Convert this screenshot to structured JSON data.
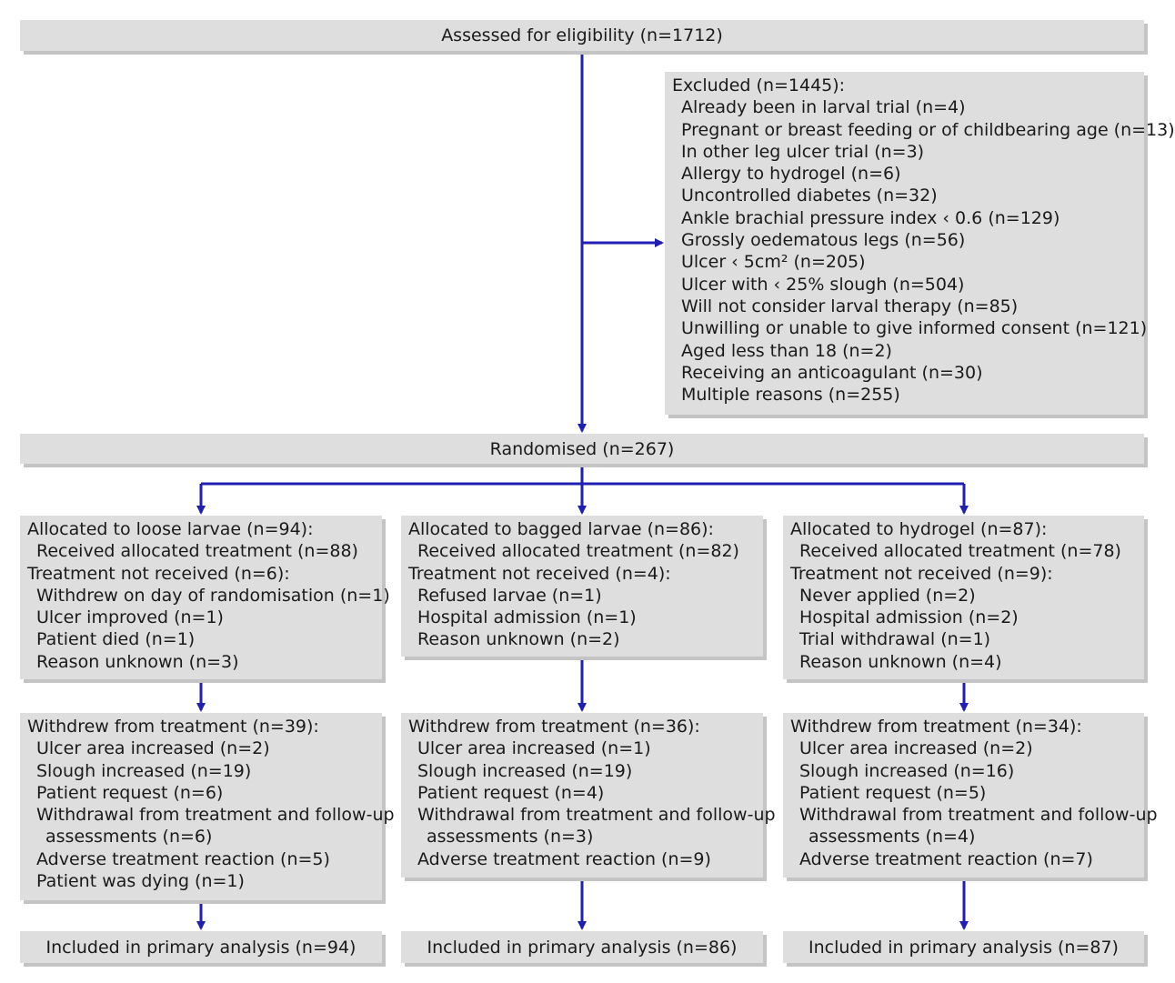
{
  "assessed": "Assessed for eligibility (n=1712)",
  "excluded": {
    "title": "Excluded (n=1445):",
    "items": [
      "Already been in larval trial (n=4)",
      "Pregnant or breast feeding or of childbearing age (n=13)",
      "In other leg ulcer trial (n=3)",
      "Allergy to hydrogel (n=6)",
      "Uncontrolled diabetes (n=32)",
      "Ankle brachial pressure index ‹ 0.6 (n=129)",
      "Grossly oedematous legs (n=56)",
      "Ulcer ‹ 5cm² (n=205)",
      "Ulcer with ‹ 25% slough (n=504)",
      "Will not consider larval therapy (n=85)",
      "Unwilling or unable to give informed consent (n=121)",
      "Aged less than 18 (n=2)",
      "Receiving an anticoagulant (n=30)",
      "Multiple reasons (n=255)"
    ]
  },
  "randomised": "Randomised (n=267)",
  "arms": [
    {
      "allocation": {
        "title": "Allocated to loose larvae (n=94):",
        "received": "Received allocated treatment (n=88)",
        "not_received": "Treatment not received (n=6):",
        "reasons": [
          "Withdrew on day of randomisation (n=1)",
          "Ulcer improved (n=1)",
          "Patient died (n=1)",
          "Reason unknown (n=3)"
        ]
      },
      "withdrew": {
        "title": "Withdrew from treatment (n=39):",
        "items": [
          "Ulcer area increased (n=2)",
          "Slough increased (n=19)",
          "Patient request (n=6)",
          "Withdrawal from treatment and follow-up",
          "assessments (n=6)",
          "Adverse treatment reaction (n=5)",
          "Patient was dying (n=1)"
        ]
      },
      "analysis": "Included in primary analysis (n=94)"
    },
    {
      "allocation": {
        "title": "Allocated to bagged larvae (n=86):",
        "received": "Received allocated treatment (n=82)",
        "not_received": "Treatment not received (n=4):",
        "reasons": [
          "Refused larvae (n=1)",
          "Hospital admission (n=1)",
          "Reason unknown (n=2)"
        ]
      },
      "withdrew": {
        "title": "Withdrew from treatment (n=36):",
        "items": [
          "Ulcer area increased (n=1)",
          "Slough increased (n=19)",
          "Patient request (n=4)",
          "Withdrawal from treatment and follow-up",
          "assessments (n=3)",
          "Adverse treatment reaction (n=9)"
        ]
      },
      "analysis": "Included in primary analysis (n=86)"
    },
    {
      "allocation": {
        "title": "Allocated to hydrogel (n=87):",
        "received": "Received allocated treatment (n=78)",
        "not_received": "Treatment not received (n=9):",
        "reasons": [
          "Never applied (n=2)",
          "Hospital admission (n=2)",
          "Trial withdrawal (n=1)",
          "Reason unknown (n=4)"
        ]
      },
      "withdrew": {
        "title": "Withdrew from treatment (n=34):",
        "items": [
          "Ulcer area increased (n=2)",
          "Slough increased (n=16)",
          "Patient request (n=5)",
          "Withdrawal from treatment and follow-up",
          "assessments (n=4)",
          "Adverse treatment reaction (n=7)"
        ]
      },
      "analysis": "Included in primary analysis (n=87)"
    }
  ],
  "colors": {
    "box": "#dedede",
    "shadow": "#c4c4c4",
    "arrow": "#1f1fb4",
    "text": "#1a1a1a"
  }
}
